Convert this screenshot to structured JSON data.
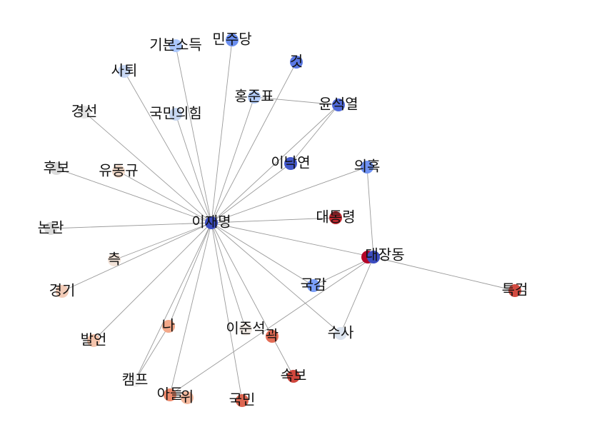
{
  "nodes": [
    {
      "id": "lee_jaemyung",
      "label": "이재명",
      "color": "#3b4cc0"
    },
    {
      "id": "daejangdong",
      "label": "대장동",
      "color": "#3b4cc0",
      "overlap_color": "#b40426"
    },
    {
      "id": "gibonsodeuk",
      "label": "기본소득",
      "color": "#aac7fd"
    },
    {
      "id": "minjudang",
      "label": "민주당",
      "color": "#6b8ff0"
    },
    {
      "id": "geot",
      "label": "것",
      "color": "#5a78e4"
    },
    {
      "id": "satoe",
      "label": "사퇴",
      "color": "#c8d8f5"
    },
    {
      "id": "gyeongseon",
      "label": "경선",
      "color": "#e4e4e4"
    },
    {
      "id": "gukminuihim",
      "label": "국민의힘",
      "color": "#c6d6f1"
    },
    {
      "id": "hongjunpyo",
      "label": "홍준표",
      "color": "#b3cdfb"
    },
    {
      "id": "yunseokyeol",
      "label": "윤석열",
      "color": "#4f69d9"
    },
    {
      "id": "hubo",
      "label": "후보",
      "color": "#dcdcdc"
    },
    {
      "id": "yudonggyu",
      "label": "유동규",
      "color": "#f0d8c8"
    },
    {
      "id": "inakyeon",
      "label": "이낙연",
      "color": "#4358cb"
    },
    {
      "id": "uihok",
      "label": "의혹",
      "color": "#6f92f3"
    },
    {
      "id": "nonran",
      "label": "논란",
      "color": "#d9d9d9"
    },
    {
      "id": "daetongryeong",
      "label": "대통령",
      "color": "#c0282f"
    },
    {
      "id": "cheuk",
      "label": "측",
      "color": "#f3e3d8"
    },
    {
      "id": "gyeonggi",
      "label": "경기",
      "color": "#f2cbb7"
    },
    {
      "id": "gukgam",
      "label": "국감",
      "color": "#7b9ff9"
    },
    {
      "id": "teukgeom",
      "label": "특검",
      "color": "#d24b40"
    },
    {
      "id": "na",
      "label": "나",
      "color": "#f3a889"
    },
    {
      "id": "ijunseok",
      "label": "이준석",
      "color": "#f2ebe5"
    },
    {
      "id": "gwak",
      "label": "곽",
      "color": "#e36c55"
    },
    {
      "id": "susa",
      "label": "수사",
      "color": "#dbe3ee"
    },
    {
      "id": "bareon",
      "label": "발언",
      "color": "#f5c4ac"
    },
    {
      "id": "sokbo",
      "label": "속보",
      "color": "#d0473d"
    },
    {
      "id": "kaempeu",
      "label": "캠프",
      "color": "#f1f1f1"
    },
    {
      "id": "adeul",
      "label": "아들",
      "color": "#ef8a6c"
    },
    {
      "id": "uiwi",
      "label": "위",
      "color": "#f4b89d"
    },
    {
      "id": "gukmin",
      "label": "국민",
      "color": "#de6651"
    }
  ],
  "edges": [
    [
      "lee_jaemyung",
      "gibonsodeuk"
    ],
    [
      "lee_jaemyung",
      "minjudang"
    ],
    [
      "lee_jaemyung",
      "geot"
    ],
    [
      "lee_jaemyung",
      "satoe"
    ],
    [
      "lee_jaemyung",
      "gyeongseon"
    ],
    [
      "lee_jaemyung",
      "gukminuihim"
    ],
    [
      "lee_jaemyung",
      "hongjunpyo"
    ],
    [
      "lee_jaemyung",
      "yunseokyeol"
    ],
    [
      "lee_jaemyung",
      "hubo"
    ],
    [
      "lee_jaemyung",
      "yudonggyu"
    ],
    [
      "lee_jaemyung",
      "inakyeon"
    ],
    [
      "lee_jaemyung",
      "uihok"
    ],
    [
      "lee_jaemyung",
      "nonran"
    ],
    [
      "lee_jaemyung",
      "daetongryeong"
    ],
    [
      "lee_jaemyung",
      "daejangdong"
    ],
    [
      "lee_jaemyung",
      "cheuk"
    ],
    [
      "lee_jaemyung",
      "gyeonggi"
    ],
    [
      "lee_jaemyung",
      "gukgam"
    ],
    [
      "lee_jaemyung",
      "na"
    ],
    [
      "lee_jaemyung",
      "ijunseok"
    ],
    [
      "lee_jaemyung",
      "gwak"
    ],
    [
      "lee_jaemyung",
      "susa"
    ],
    [
      "lee_jaemyung",
      "bareon"
    ],
    [
      "lee_jaemyung",
      "kaempeu"
    ],
    [
      "lee_jaemyung",
      "gukmin"
    ],
    [
      "lee_jaemyung",
      "adeul"
    ],
    [
      "inakyeon",
      "yunseokyeol"
    ],
    [
      "hongjunpyo",
      "yunseokyeol"
    ],
    [
      "daejangdong",
      "uihok"
    ],
    [
      "daejangdong",
      "teukgeom"
    ],
    [
      "daejangdong",
      "susa"
    ],
    [
      "daejangdong",
      "gukgam"
    ],
    [
      "daejangdong",
      "adeul"
    ],
    [
      "gwak",
      "sokbo"
    ],
    [
      "na",
      "kaempeu"
    ]
  ]
}
